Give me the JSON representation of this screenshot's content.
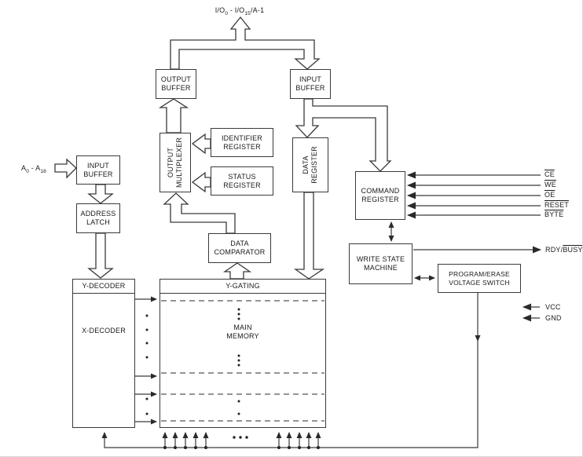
{
  "io_bus": {
    "pre": "I/O",
    "sub1": "0",
    "mid": " - I/O",
    "sub2": "15",
    "post": "/A-1"
  },
  "address_bus": {
    "pre": "A",
    "sub1": "0",
    "mid": " - A",
    "sub2": "18"
  },
  "blocks": {
    "output_buffer": {
      "l1": "OUTPUT",
      "l2": "BUFFER"
    },
    "input_buffer_top": {
      "l1": "INPUT",
      "l2": "BUFFER"
    },
    "output_multiplexer": {
      "l1": "OUTPUT",
      "l2": "MULTIPLEXER"
    },
    "identifier_register": {
      "l1": "IDENTIFIER",
      "l2": "REGISTER"
    },
    "status_register": {
      "l1": "STATUS",
      "l2": "REGISTER"
    },
    "data_register": {
      "l1": "DATA",
      "l2": "REGISTER"
    },
    "command_register": {
      "l1": "COMMAND",
      "l2": "REGISTER"
    },
    "write_state_machine": {
      "l1": "WRITE STATE",
      "l2": "MACHINE"
    },
    "voltage_switch": {
      "l1": "PROGRAM/ERASE",
      "l2": "VOLTAGE SWITCH"
    },
    "input_buffer_left": {
      "l1": "INPUT",
      "l2": "BUFFER"
    },
    "address_latch": {
      "l1": "ADDRESS",
      "l2": "LATCH"
    },
    "y_decoder": {
      "l1": "Y-DECODER"
    },
    "x_decoder": {
      "l1": "X-DECODER"
    },
    "y_gating": {
      "l1": "Y-GATING"
    },
    "main_memory": {
      "l1": "MAIN",
      "l2": "MEMORY"
    },
    "data_comparator": {
      "l1": "DATA",
      "l2": "COMPARATOR"
    }
  },
  "signals": {
    "ce": "CE",
    "we": "WE",
    "oe": "OE",
    "reset": "RESET",
    "byte": "BYTE",
    "rdy": "RDY/",
    "busy": "BUSY",
    "vcc": "VCC",
    "gnd": "GND"
  },
  "colors": {
    "line": "#3a3a3a",
    "text": "#1a1a1a",
    "background": "#ffffff"
  }
}
